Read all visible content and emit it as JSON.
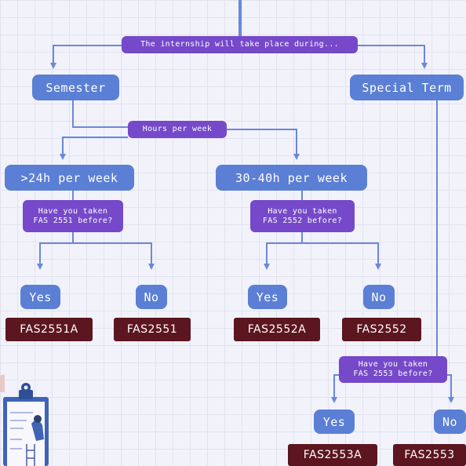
{
  "header": {
    "question": "The internship will take place during..."
  },
  "semester": {
    "label": "Semester",
    "hours_question": "Hours per week",
    "option_part_time": {
      "label": ">24h per week",
      "question": "Have you taken\nFAS 2551 before?",
      "yes_label": "Yes",
      "no_label": "No",
      "yes_course": "FAS2551A",
      "no_course": "FAS2551"
    },
    "option_full_time": {
      "label": "30-40h per week",
      "question": "Have you taken\nFAS 2552 before?",
      "yes_label": "Yes",
      "no_label": "No",
      "yes_course": "FAS2552A",
      "no_course": "FAS2552"
    }
  },
  "special_term": {
    "label": "Special Term",
    "question": "Have you taken\nFAS 2553 before?",
    "yes_label": "Yes",
    "no_label": "No",
    "yes_course": "FAS2553A",
    "no_course": "FAS2553"
  },
  "colors": {
    "line": "#6a88da",
    "node_blue": "#5b7fd4",
    "question_purple": "#7549c9",
    "course_maroon": "#5c1620"
  }
}
